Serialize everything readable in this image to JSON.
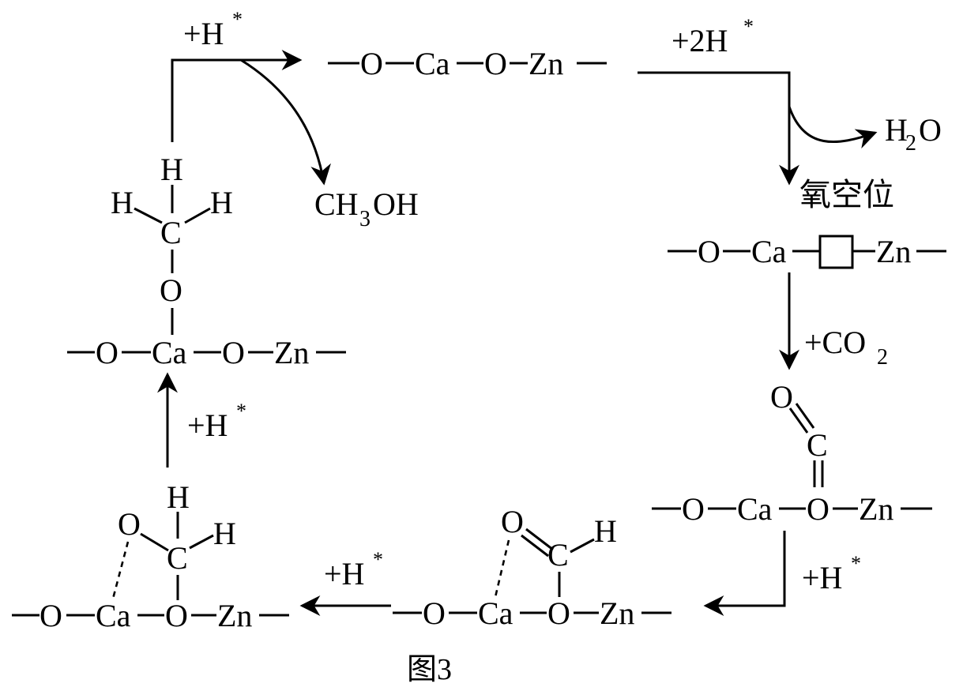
{
  "labels": {
    "h_plus_top_left": "+H",
    "star": "*",
    "two_h_plus": "+2H",
    "h2o_h": "H",
    "h2o_2": "2",
    "h2o_o": "O",
    "oxygen_vacancy": "氧空位",
    "ch3oh_ch": "CH",
    "ch3oh_3": "3",
    "ch3oh_oh": "OH",
    "co2_plus": "+CO",
    "co2_2": "2",
    "h_plus_right": "+H",
    "h_plus_bottom": "+H",
    "h_plus_left": "+H",
    "figure_caption": "图3"
  },
  "atoms": {
    "O": "O",
    "Ca": "Ca",
    "Zn": "Zn",
    "C": "C",
    "H": "H"
  }
}
